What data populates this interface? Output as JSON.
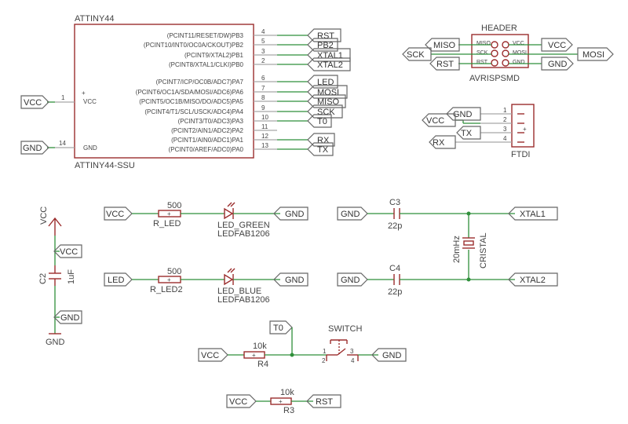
{
  "mcu": {
    "name": "ATTINY44",
    "value": "ATTINY44-SSU",
    "power_pins": [
      {
        "num": "1",
        "name": "VCC",
        "net": "VCC"
      },
      {
        "num": "14",
        "name": "GND",
        "net": "GND"
      }
    ],
    "pins": [
      {
        "num": "4",
        "label": "(PCINT11/RESET/DW)PB3",
        "net": "RST"
      },
      {
        "num": "5",
        "label": "(PCINT10/INT0/OC0A/CKOUT)PB2",
        "net": "PB2"
      },
      {
        "num": "3",
        "label": "(PCINT9/XTAL2)PB1",
        "net": "XTAL1"
      },
      {
        "num": "2",
        "label": "(PCINT8/XTAL1/CLKI)PB0",
        "net": "XTAL2"
      },
      {
        "num": "6",
        "label": "(PCINT7/ICP/OC0B/ADC7)PA7",
        "net": "LED"
      },
      {
        "num": "7",
        "label": "(PCINT6/OC1A/SDA/MOSI/ADC6)PA6",
        "net": "MOSI"
      },
      {
        "num": "8",
        "label": "(PCINT5/OC1B/MISO/DO/ADC5)PA5",
        "net": "MISO"
      },
      {
        "num": "9",
        "label": "(PCINT4/T1/SCL/USCK/ADC4)PA4",
        "net": "SCK"
      },
      {
        "num": "10",
        "label": "(PCINT3/T0/ADC3)PA3",
        "net": "T0"
      },
      {
        "num": "11",
        "label": "(PCINT2/AIN1/ADC2)PA2",
        "net": ""
      },
      {
        "num": "12",
        "label": "(PCINT1/AIN0/ADC1)PA1",
        "net": "RX"
      },
      {
        "num": "13",
        "label": "(PCINT0/AREF/ADC0)PA0",
        "net": "TX"
      }
    ]
  },
  "header": {
    "name": "HEADER",
    "value": "AVRISPSMD",
    "pins_left": [
      "MISO",
      "SCK",
      "RST"
    ],
    "pins_right": [
      "VCC",
      "MOSI",
      "GND"
    ],
    "nets_left": [
      "MISO",
      "SCK",
      "RST"
    ],
    "nets_right": [
      "VCC",
      "MOSI",
      "GND"
    ]
  },
  "ftdi": {
    "name": "FTDI",
    "pins": [
      "1",
      "2",
      "3",
      "4"
    ],
    "nets": [
      "GND",
      "VCC",
      "TX",
      "RX"
    ]
  },
  "c2": {
    "name": "C2",
    "value": "1uF",
    "supply": "VCC",
    "net_top": "VCC",
    "net_bottom": "GND",
    "ground": "GND"
  },
  "led_green": {
    "in_net": "VCC",
    "r_value": "500",
    "r_name": "R_LED",
    "led_name": "LED_GREEN",
    "led_value": "LEDFAB1206",
    "out_net": "GND"
  },
  "led_blue": {
    "in_net": "LED",
    "r_value": "500",
    "r_name": "R_LED2",
    "led_name": "LED_BLUE",
    "led_value": "LEDFAB1206",
    "out_net": "GND"
  },
  "crystal": {
    "c3_name": "C3",
    "c3_value": "22p",
    "c4_name": "C4",
    "c4_value": "22p",
    "freq": "20mHz",
    "name": "CRISTAL",
    "gnd1": "GND",
    "gnd2": "GND",
    "out1": "XTAL1",
    "out2": "XTAL2"
  },
  "switch": {
    "name": "SWITCH",
    "t0": "T0",
    "vcc": "VCC",
    "r_value": "10k",
    "r_name": "R4",
    "gnd": "GND",
    "pins": [
      "1",
      "2",
      "3",
      "4"
    ]
  },
  "r3": {
    "vcc": "VCC",
    "value": "10k",
    "name": "R3",
    "net": "RST"
  },
  "colors": {
    "symbol": "#9b2d2d",
    "net": "#2f8f3a",
    "pin": "#a6a6a6",
    "label_border": "#666666",
    "led": "#9b2d2d"
  }
}
